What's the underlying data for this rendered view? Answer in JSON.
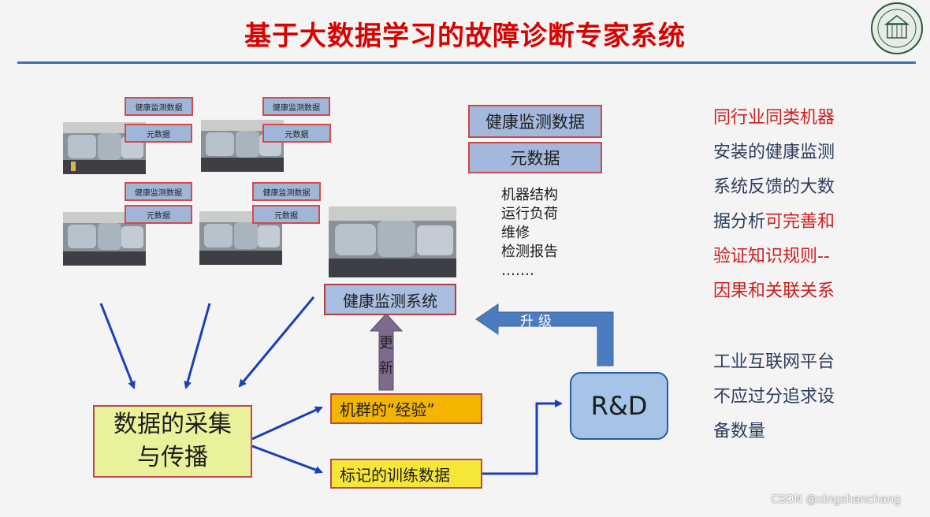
{
  "title": "基于大数据学习的故障诊断专家系统",
  "small_labels": {
    "health_data": "健康监测数据",
    "meta": "元数据"
  },
  "big_labels": {
    "health_data": "健康监测数据",
    "meta": "元数据"
  },
  "meta_items": [
    "机器结构",
    "运行负荷",
    "维修",
    "检测报告",
    "……."
  ],
  "health_system": "健康监测系统",
  "update_label": [
    "更",
    "新"
  ],
  "upgrade_label": "升级",
  "collect": [
    "数据的采集",
    "与传播"
  ],
  "experience": "机群的“经验”",
  "training": "标记的训练数据",
  "rd": "R&D",
  "side_a": {
    "l1": "同行业同类机器",
    "l2": "安装的健康监测",
    "l3": "系统反馈的大数",
    "l4a": "据分析",
    "l4b": "可完善和",
    "l5": "验证知识规则--",
    "l6": "因果和关联关系"
  },
  "side_b": [
    "工业互联网平台",
    "不应过分追求设",
    "备数量"
  ],
  "watermark": "CSDN @xingshanchang",
  "colors": {
    "title": "#d90000",
    "arrow_blue": "#1b3fb8",
    "arrow_purple": "#7e6a8c",
    "arrow_steel": "#4a7cbf"
  }
}
